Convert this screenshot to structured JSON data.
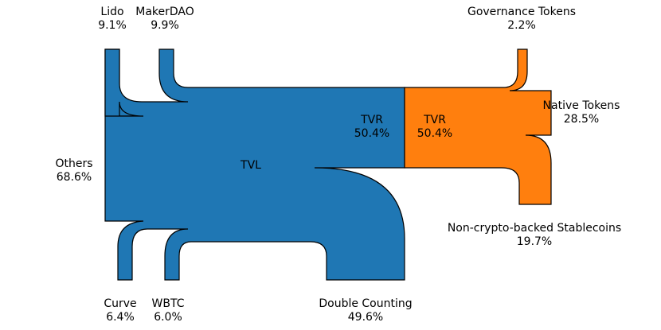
{
  "chart_data": {
    "type": "sankey",
    "colors": {
      "tvl": "#1f77b4",
      "tvr": "#ff7f0e",
      "stroke": "#000000"
    },
    "diagrams": [
      {
        "name": "TVL",
        "color": "#1f77b4",
        "center_label": "TVL",
        "flows": [
          {
            "label": "Lido",
            "value": "9.1%",
            "direction": "top"
          },
          {
            "label": "MakerDAO",
            "value": "9.9%",
            "direction": "top"
          },
          {
            "label": "Others",
            "value": "68.6%",
            "direction": "left"
          },
          {
            "label": "Curve",
            "value": "6.4%",
            "direction": "bottom"
          },
          {
            "label": "WBTC",
            "value": "6.0%",
            "direction": "bottom"
          },
          {
            "label": "Double Counting",
            "value": "49.6%",
            "direction": "bottom"
          },
          {
            "label": "TVR",
            "value": "50.4%",
            "direction": "right"
          }
        ]
      },
      {
        "name": "TVR",
        "color": "#ff7f0e",
        "flows": [
          {
            "label": "TVR",
            "value": "50.4%",
            "direction": "left"
          },
          {
            "label": "Governance Tokens",
            "value": "2.2%",
            "direction": "top"
          },
          {
            "label": "Native Tokens",
            "value": "28.5%",
            "direction": "right"
          },
          {
            "label": "Non-crypto-backed Stablecoins",
            "value": "19.7%",
            "direction": "bottom"
          }
        ]
      }
    ]
  }
}
